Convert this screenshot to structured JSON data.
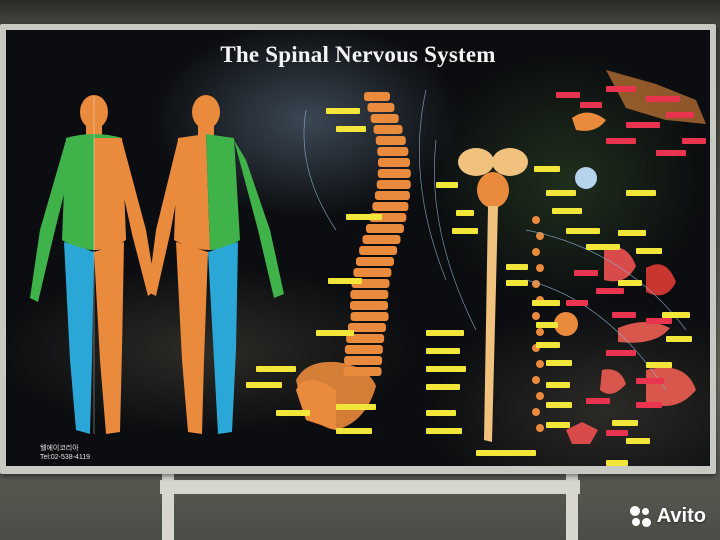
{
  "poster": {
    "title": "The Spinal Nervous System",
    "publisher_line1": "웰에이코리아",
    "publisher_line2": "Tel:02-538-4119"
  },
  "watermark": {
    "brand": "Avito",
    "icon": "avito-dots-icon"
  },
  "colors": {
    "poster_background": "#0b0d10",
    "label_yellow": "#f3e63a",
    "label_red": "#e8344f",
    "bone_orange": "#e98a3c",
    "dermatome_green": "#3fb34a",
    "dermatome_blue": "#2aa7d6"
  }
}
